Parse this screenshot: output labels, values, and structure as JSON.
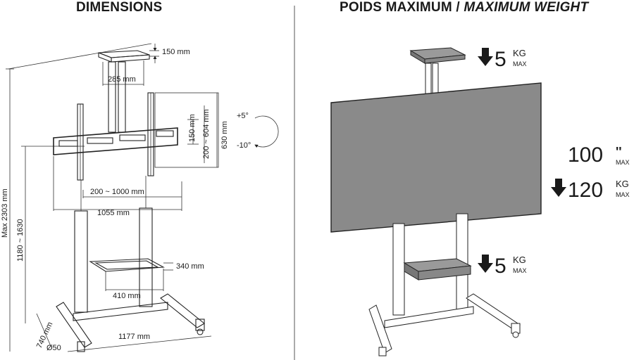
{
  "titles": {
    "left": "DIMENSIONS",
    "right_plain": "POIDS MAXIMUM / ",
    "right_italic": "MAXIMUM WEIGHT"
  },
  "left": {
    "dims": {
      "camera_shelf_height": "150 mm",
      "camera_shelf_width": "285 mm",
      "vesa_inner": "150 mm",
      "vesa_range_v": "200 ~ 604 mm",
      "frame_height": "630 mm",
      "tilt_up": "+5°",
      "tilt_down": "-10°",
      "vesa_range_h": "200 ~ 1000 mm",
      "frame_width": "1055 mm",
      "max_height": "Max 2303 mm",
      "height_range": "1180 ~ 1630",
      "media_shelf_height": "340 mm",
      "media_shelf_width": "410 mm",
      "base_length": "1177 mm",
      "base_depth": "740 mm",
      "caster": "Ø50"
    }
  },
  "right": {
    "top_shelf": {
      "value": "5",
      "unit": "KG",
      "max": "MAX"
    },
    "screen_size": {
      "value": "100",
      "unit": "''",
      "max": "MAX"
    },
    "screen_weight": {
      "value": "120",
      "unit": "KG",
      "max": "MAX"
    },
    "lower_shelf": {
      "value": "5",
      "unit": "KG",
      "max": "MAX"
    }
  },
  "colors": {
    "line": "#222222",
    "screen_fill": "#8a8a8a",
    "shelf_fill": "#9a9a9a",
    "divider": "#555555"
  }
}
